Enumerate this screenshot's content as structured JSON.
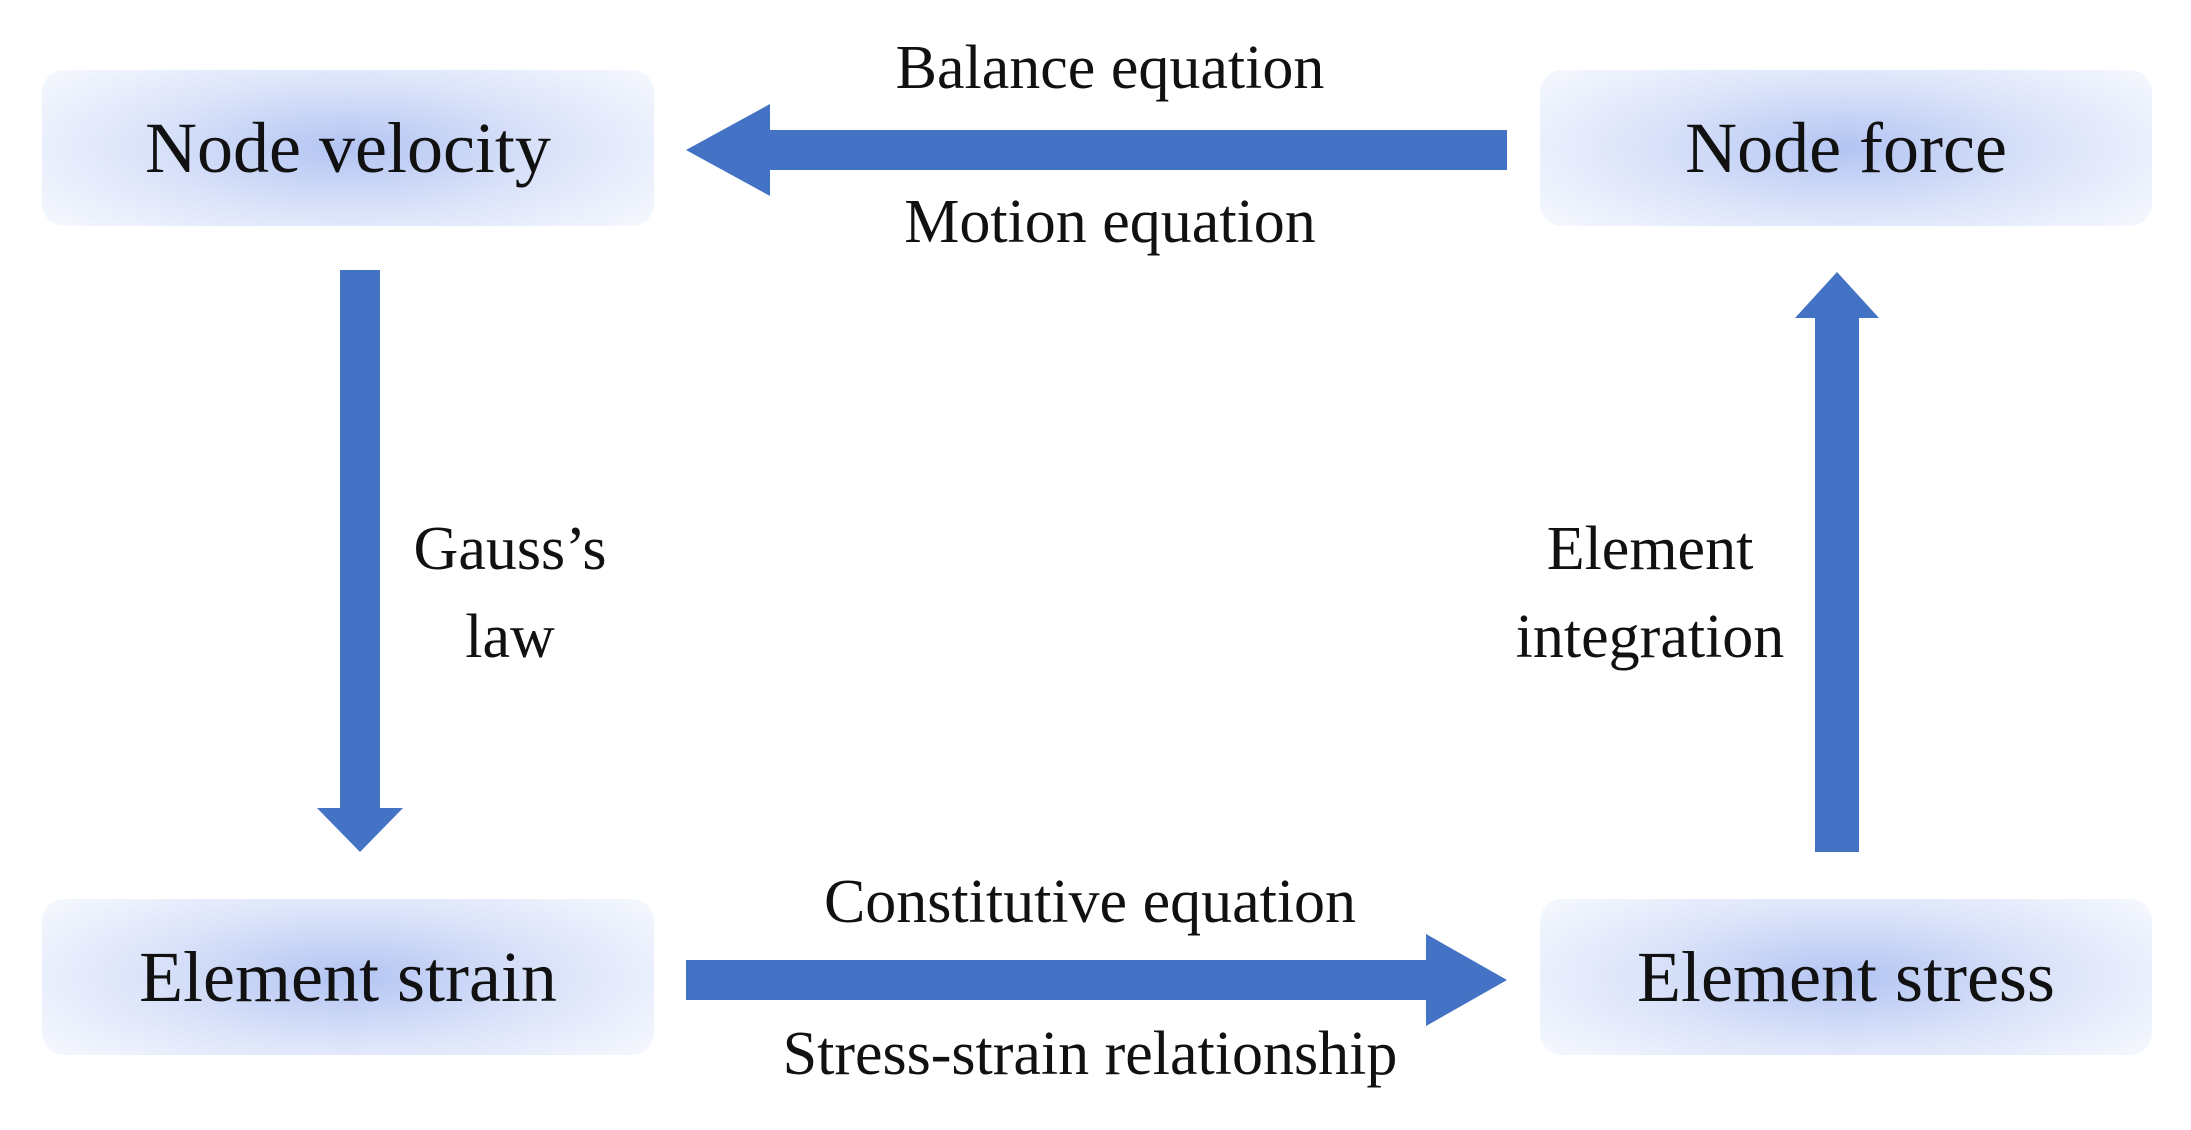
{
  "colors": {
    "arrow": "#4472C4",
    "node_fill": "#C8D5F5",
    "text": "#111111"
  },
  "nodes": {
    "node_velocity": "Node velocity",
    "node_force": "Node force",
    "element_strain": "Element strain",
    "element_stress": "Element stress"
  },
  "edges": {
    "top": {
      "label_above": "Balance equation",
      "label_below": "Motion equation"
    },
    "bottom": {
      "label_above": "Constitutive equation",
      "label_below": "Stress-strain relationship"
    },
    "left": {
      "label_line1": "Gauss’s",
      "label_line2": "law"
    },
    "right": {
      "label_line1": "Element",
      "label_line2": "integration"
    }
  }
}
